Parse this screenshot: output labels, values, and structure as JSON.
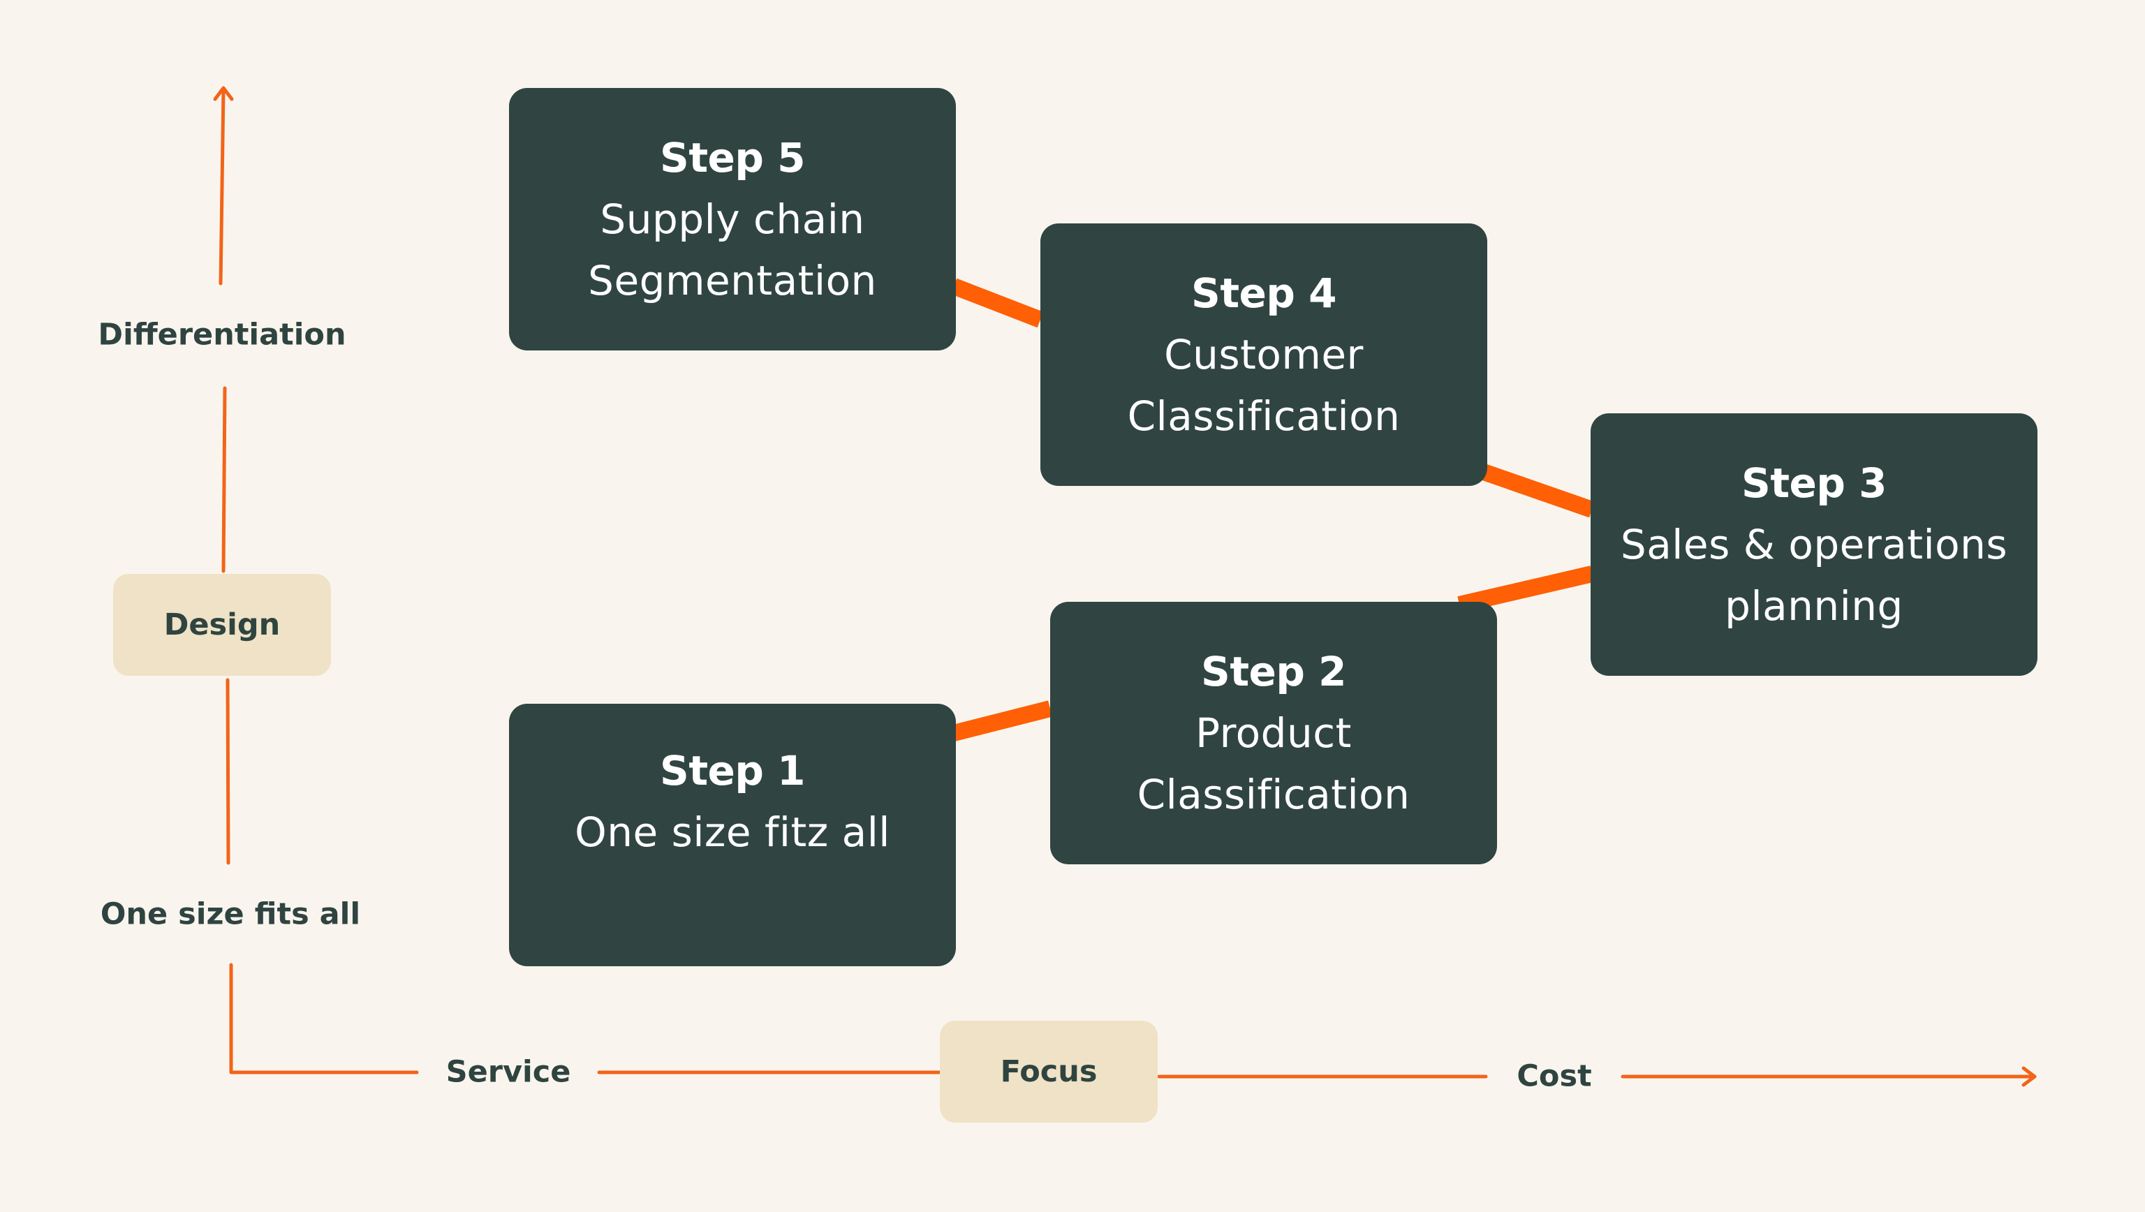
{
  "diagram": {
    "steps": [
      {
        "title": "Step 5",
        "desc": "Supply chain\nSegmentation"
      },
      {
        "title": "Step 4",
        "desc": "Customer\nClassification"
      },
      {
        "title": "Step 3",
        "desc": "Sales & operations\nplanning"
      },
      {
        "title": "Step 2",
        "desc": "Product\nClassification"
      },
      {
        "title": "Step 1",
        "desc": "One size fitz all"
      }
    ],
    "vertical_axis": {
      "top_label": "Differentiation",
      "middle_label": "Design",
      "bottom_label": "One size fits all"
    },
    "horizontal_axis": {
      "left_label": "Service",
      "middle_label": "Focus",
      "right_label": "Cost"
    }
  },
  "colors": {
    "background": "#f9f5ee",
    "box": "#304542",
    "connector": "#ff5f05",
    "axis": "#f26419",
    "pill": "#efe2c6",
    "label_text": "#2f4440"
  }
}
